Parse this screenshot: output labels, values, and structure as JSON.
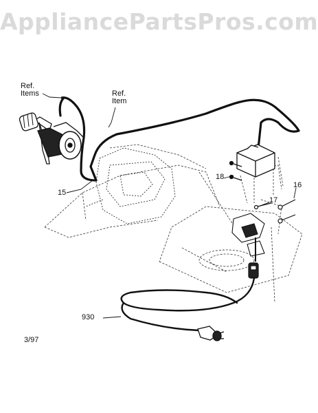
{
  "watermark": "AppliancePartsPros.com",
  "labels": {
    "ref_items_line1": "Ref.",
    "ref_items_line2": "Items",
    "ref_item_line1": "Ref.",
    "ref_item_line2": "Item",
    "part_15": "15",
    "part_16": "16",
    "part_17": "17",
    "part_18": "18",
    "part_930": "930"
  },
  "date_code": "3/97"
}
